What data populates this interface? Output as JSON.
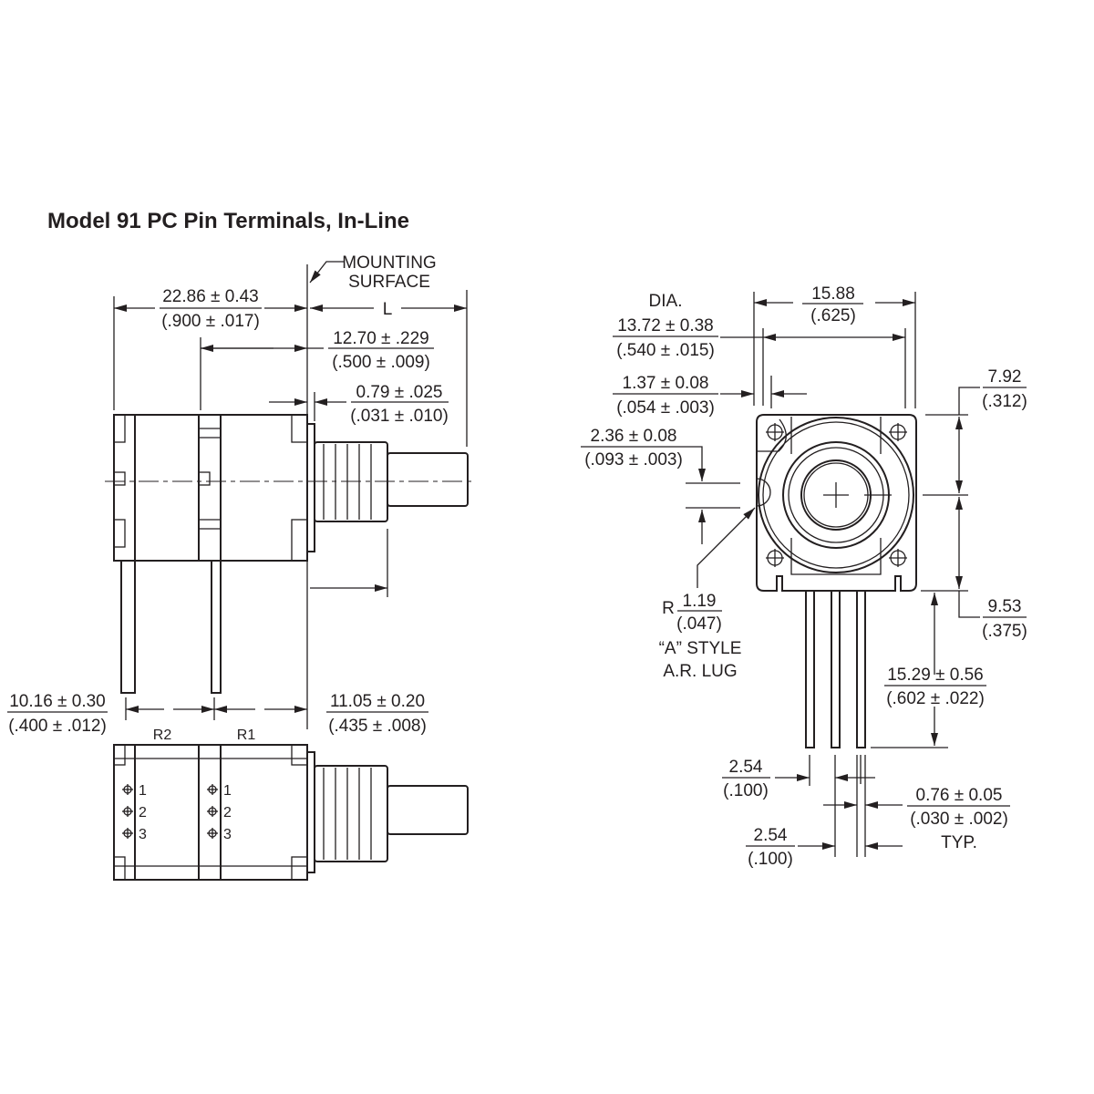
{
  "title": "Model 91 PC Pin Terminals, In-Line",
  "side_view": {
    "mounting_surface": [
      "MOUNTING",
      "SURFACE"
    ],
    "length_label": "L",
    "dim_overall": {
      "mm": "22.86 ± 0.43",
      "in": "(.900 ± .017)"
    },
    "dim_bushing": {
      "mm": "12.70 ± .229",
      "in": "(.500 ± .009)"
    },
    "dim_flange": {
      "mm": "0.79 ± .025",
      "in": "(.031 ± .010)"
    },
    "dim_pin_spacing": {
      "mm": "10.16 ± 0.30",
      "in": "(.400 ± .012)"
    },
    "dim_pin_to_mount": {
      "mm": "11.05 ± 0.20",
      "in": "(.435 ± .008)"
    }
  },
  "bottom_view": {
    "sections": [
      "R2",
      "R1"
    ],
    "pin_numbers": [
      "1",
      "2",
      "3"
    ]
  },
  "front_view": {
    "dia_label": "DIA.",
    "dim_width": {
      "mm": "15.88",
      "in": "(.625)"
    },
    "dim_dia": {
      "mm": "13.72 ± 0.38",
      "in": "(.540 ± .015)"
    },
    "dim_edge": {
      "mm": "1.37 ± 0.08",
      "in": "(.054 ± .003)"
    },
    "dim_lug": {
      "mm": "2.36 ± 0.08",
      "in": "(.093 ± .003)"
    },
    "dim_radius": {
      "prefix": "R",
      "mm": "1.19",
      "in": "(.047)"
    },
    "lug_note": [
      "“A” STYLE",
      "A.R. LUG"
    ],
    "dim_top": {
      "mm": "7.92",
      "in": "(.312)"
    },
    "dim_bottom": {
      "mm": "9.53",
      "in": "(.375)"
    },
    "dim_pin_length": {
      "mm": "15.29 ± 0.56",
      "in": "(.602 ± .022)"
    },
    "dim_pitch_a": {
      "mm": "2.54",
      "in": "(.100)"
    },
    "dim_pin_width": {
      "mm": "0.76 ± 0.05",
      "in": "(.030 ± .002)",
      "note": "TYP."
    },
    "dim_pitch_b": {
      "mm": "2.54",
      "in": "(.100)"
    }
  }
}
